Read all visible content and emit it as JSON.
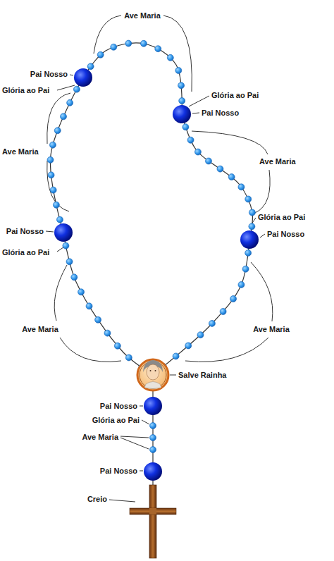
{
  "diagram": {
    "labels": [
      "Ave Maria",
      "Pai Nosso",
      "Glória ao Pai",
      "Glória ao Pai",
      "Pai Nosso",
      "Ave Maria",
      "Ave Maria",
      "Glória ao Pai",
      "Pai Nosso",
      "Pai Nosso",
      "Glória ao Pai",
      "Ave Maria",
      "Ave Maria",
      "Salve Rainha",
      "Pai Nosso",
      "Glória ao Pai",
      "Ave Maria",
      "Pai Nosso",
      "Creio"
    ]
  }
}
